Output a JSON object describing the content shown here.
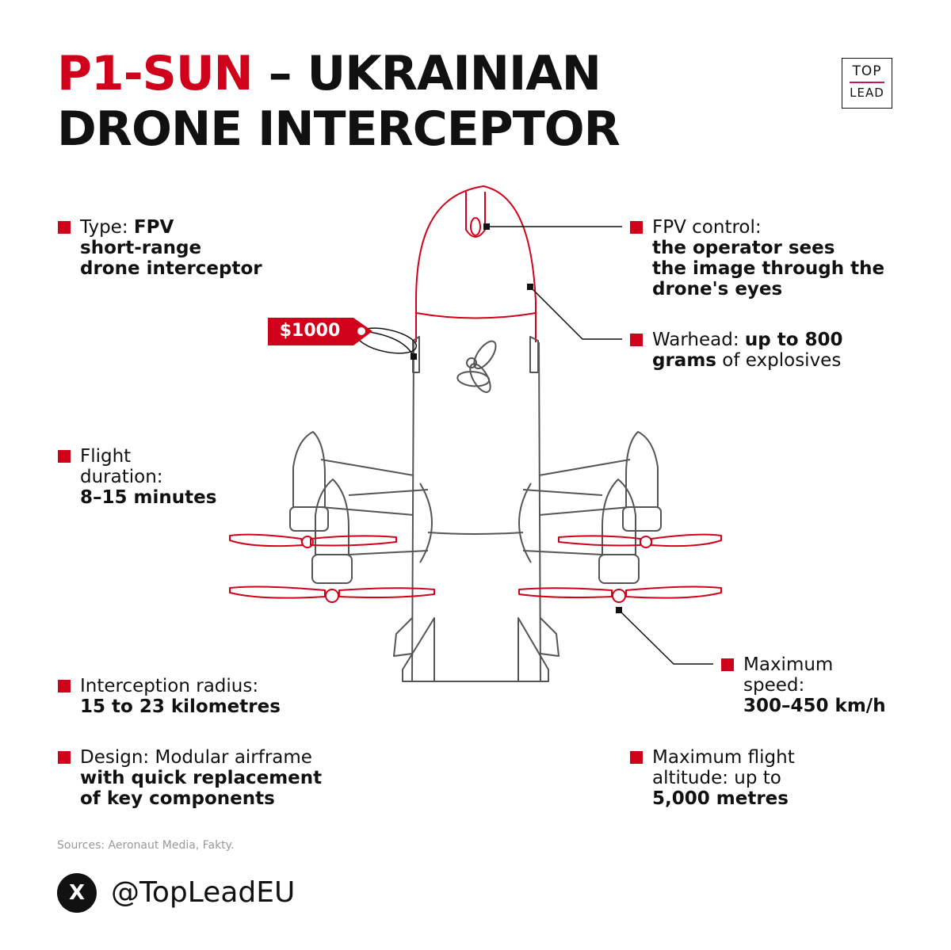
{
  "title": {
    "accent": "P1-SUN",
    "rest_line1": " – UKRAINIAN",
    "line2": "DRONE INTERCEPTOR"
  },
  "logo": {
    "top": "TOP",
    "bottom": "LEAD",
    "bar_color": "#c2185b"
  },
  "colors": {
    "accent": "#d0021b",
    "text": "#111111",
    "muted": "#999999"
  },
  "price_tag": {
    "label": "$1000"
  },
  "stats": {
    "type": {
      "label": "Type: ",
      "bold1": "FPV",
      "bold2": "short-range",
      "bold3": "drone interceptor"
    },
    "fpv": {
      "label": "FPV control:",
      "bold1": "the operator sees",
      "bold2": "the image through the",
      "bold3": "drone's eyes"
    },
    "warhead": {
      "label": "Warhead: ",
      "bold1": "up to 800",
      "bold2": "grams",
      "rest": " of explosives"
    },
    "flight": {
      "line1": "Flight",
      "line2": "duration:",
      "bold": "8–15 minutes"
    },
    "radius": {
      "label": "Interception radius:",
      "bold": "15 to 23 kilometres"
    },
    "speed": {
      "line1": "Maximum",
      "line2": "speed:",
      "bold": "300–450 km/h"
    },
    "design": {
      "label": "Design: Modular airframe",
      "bold1": "with quick replacement",
      "bold2": "of key components"
    },
    "altitude": {
      "line1": "Maximum flight",
      "line2": "altitude: up to",
      "bold": "5,000 metres"
    }
  },
  "sources": "Sources: Aeronaut Media, Fakty.",
  "social": {
    "icon": "x-icon",
    "glyph": "X",
    "handle": "@TopLeadEU"
  }
}
